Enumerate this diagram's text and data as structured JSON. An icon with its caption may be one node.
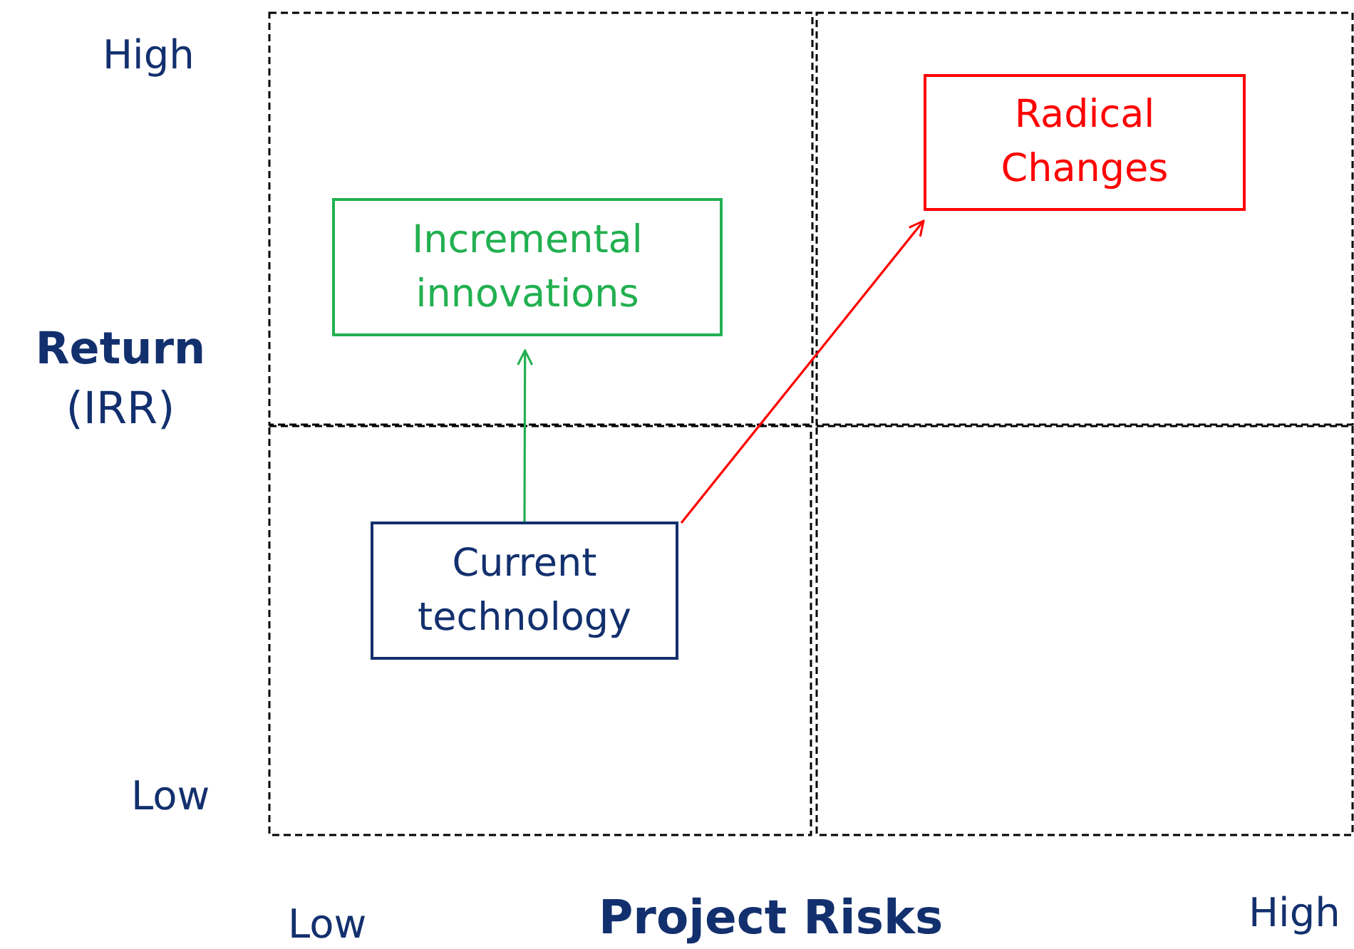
{
  "diagram": {
    "nodes": [
      {
        "text": [
          "Incremental innovations"
        ]
      },
      {
        "text": [
          "Radical Changes"
        ]
      },
      {
        "text": [
          "Current technology"
        ]
      }
    ],
    "edges": [
      {
        "from": 2,
        "to": 0,
        "arrow": "to",
        "color": "#22b050"
      },
      {
        "from": 2,
        "to": 1,
        "arrow": "to",
        "color": "#ff0000"
      }
    ],
    "labels": [
      "High",
      "**Return** (IRR)",
      "Low",
      "Low",
      "Project Risks",
      "High"
    ]
  }
}
